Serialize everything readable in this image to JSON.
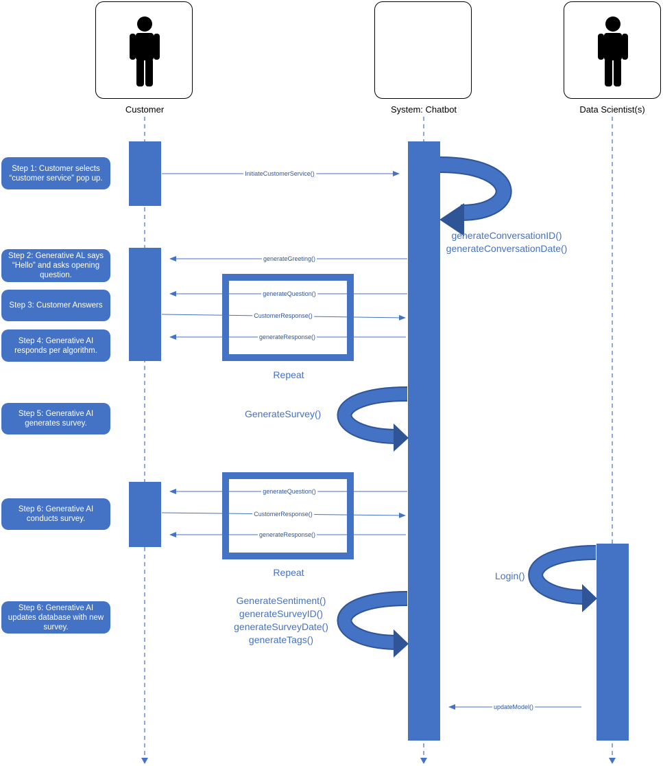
{
  "actors": [
    {
      "name": "Customer",
      "icon": "person-icon"
    },
    {
      "name": "System: Chatbot",
      "icon": ""
    },
    {
      "name": "Data Scientist(s)",
      "icon": "person-icon"
    }
  ],
  "steps": [
    "Step 1: Customer selects “customer service” pop up.",
    "Step 2: Generative AL says “Hello” and asks opening question.",
    "Step 3: Customer Answers",
    "Step 4: Generative AI responds per algorithm.",
    "Step 5: Generative AI generates survey.",
    "Step 6: Generative AI conducts survey.",
    "Step 6: Generative AI updates database with new survey."
  ],
  "messages": {
    "initiate": "InitiateCustomerService()",
    "greeting": "generateGreeting()",
    "question1": "generateQuestion()",
    "response1": "CustomerResponse()",
    "reply1": "generateResponse()",
    "question2": "generateQuestion()",
    "response2": "CustomerResponse()",
    "reply2": "generateResponse()",
    "update_model": "updateModel()"
  },
  "self_calls": {
    "conversation": [
      "generateConversationID()",
      "generateConversationDate()"
    ],
    "survey": [
      "GenerateSurvey()"
    ],
    "sentiment": [
      "GenerateSentiment()",
      "generateSurveyID()",
      "generateSurveyDate()",
      "generateTags()"
    ],
    "login": [
      "Login()"
    ]
  },
  "loops": [
    "Repeat",
    "Repeat"
  ],
  "colors": {
    "accent": "#4472c4",
    "dark": "#2f5597",
    "line": "#4472c4"
  }
}
